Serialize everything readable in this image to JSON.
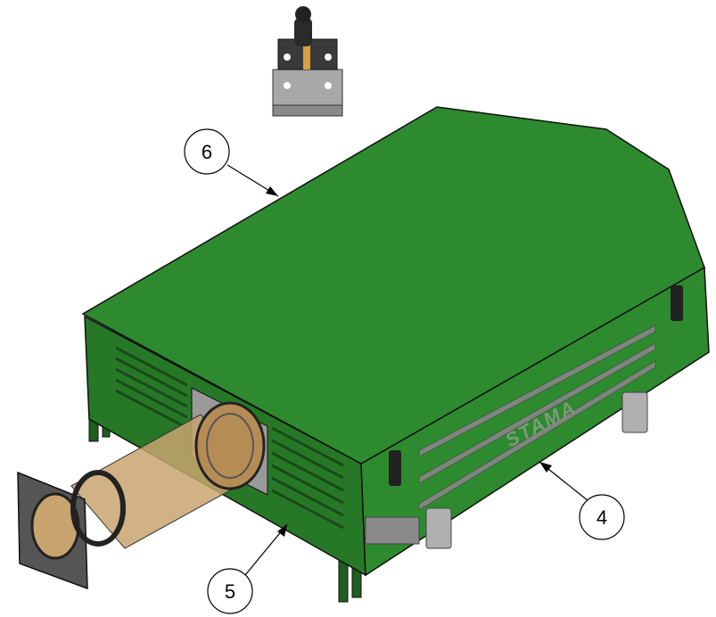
{
  "callouts": [
    {
      "label": "6"
    },
    {
      "label": "4"
    },
    {
      "label": "5"
    }
  ],
  "brand": {
    "text": "STAMA"
  },
  "colors": {
    "housing_green": "#2e8a2e",
    "housing_dark": "#1f5e1f",
    "housing_side": "#267826",
    "slot_gray": "#7d857d",
    "duct_tan": "#c8a46e",
    "metal": "#b0b0b0",
    "outline": "#111111"
  }
}
